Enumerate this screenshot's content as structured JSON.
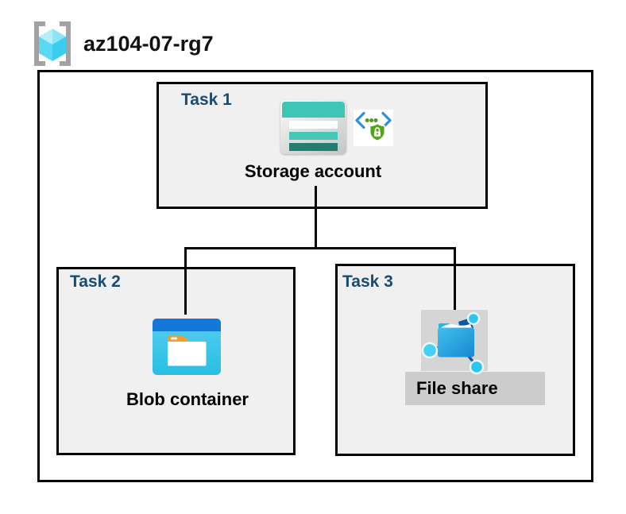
{
  "header": {
    "resource_group_name": "az104-07-rg7"
  },
  "tasks": [
    {
      "label": "Task 1",
      "resource": "Storage account",
      "icons": [
        "storage-account-icon",
        "secure-access-shield-icon"
      ]
    },
    {
      "label": "Task 2",
      "resource": "Blob container",
      "icons": [
        "blob-container-icon"
      ]
    },
    {
      "label": "Task 3",
      "resource": "File share",
      "icons": [
        "file-share-icon"
      ]
    }
  ],
  "connections": [
    {
      "from": "Storage account",
      "to": "Blob container"
    },
    {
      "from": "Storage account",
      "to": "File share"
    }
  ],
  "colors": {
    "task-label": "#1a4b73",
    "box-fill": "#f0f0f0",
    "teal": "#3dc6b5",
    "teal-dark": "#257d72",
    "azure-blue": "#1478d8",
    "cyan": "#2cc6f3",
    "shield-green": "#56a517",
    "bracket-blue": "#2e8fdf",
    "gray-square": "#d5d5d5",
    "gray-band": "#cccccc"
  }
}
